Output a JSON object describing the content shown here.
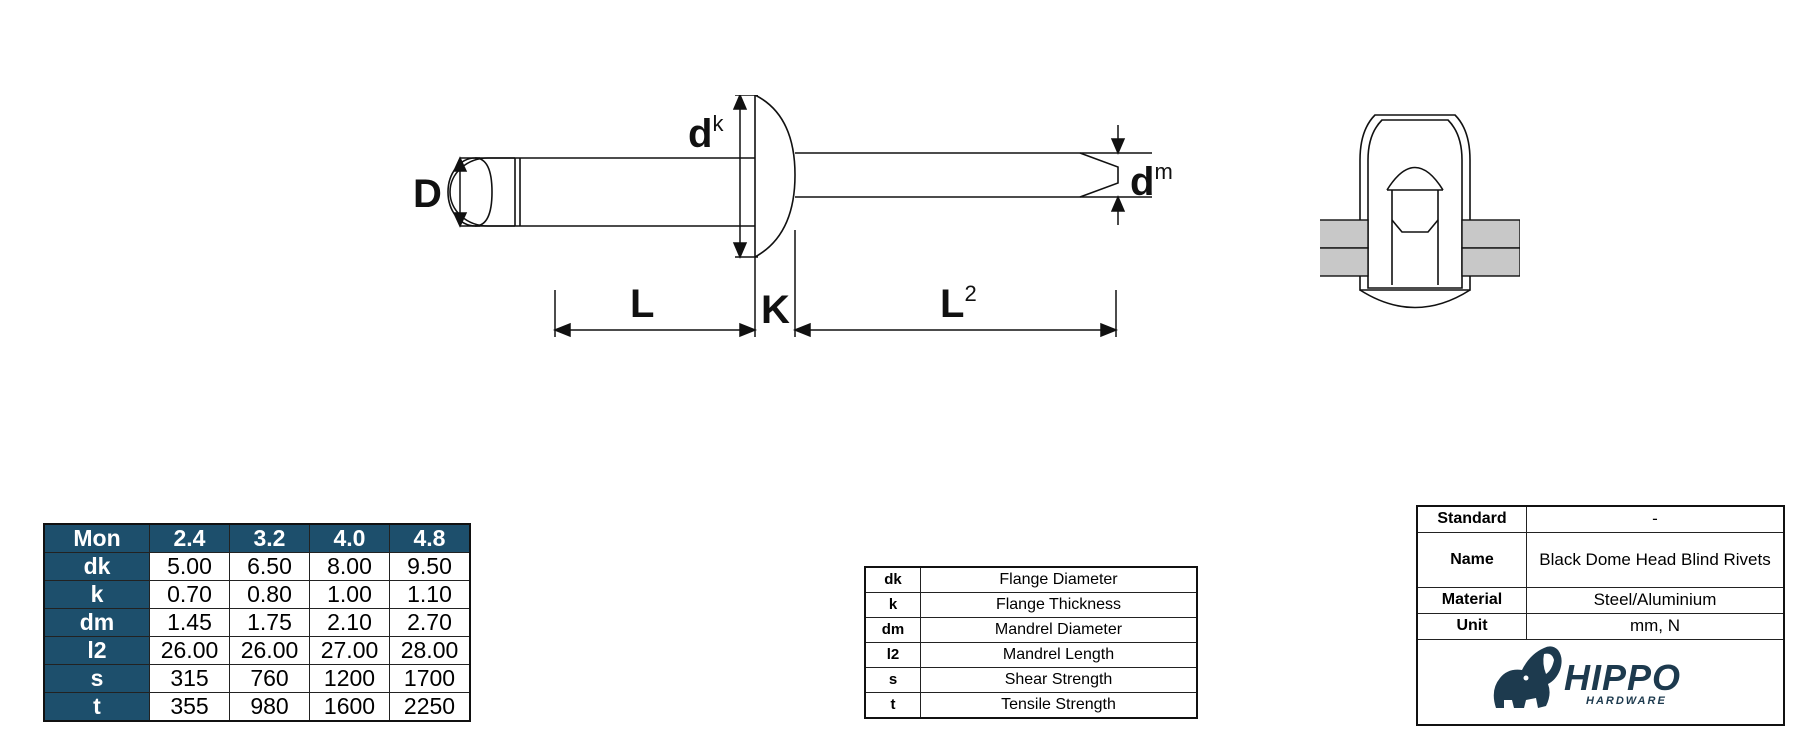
{
  "diagram": {
    "label_D": "D",
    "label_dk": "d",
    "label_dk_sup": "k",
    "label_dm": "d",
    "label_dm_sup": "m",
    "label_L": "L",
    "label_K": "K",
    "label_L2": "L",
    "label_L2_sup": "2"
  },
  "dimensions_table": {
    "header": [
      "Mon",
      "2.4",
      "3.2",
      "4.0",
      "4.8"
    ],
    "rows": [
      {
        "key": "dk",
        "values": [
          "5.00",
          "6.50",
          "8.00",
          "9.50"
        ]
      },
      {
        "key": "k",
        "values": [
          "0.70",
          "0.80",
          "1.00",
          "1.10"
        ]
      },
      {
        "key": "dm",
        "values": [
          "1.45",
          "1.75",
          "2.10",
          "2.70"
        ]
      },
      {
        "key": "l2",
        "values": [
          "26.00",
          "26.00",
          "27.00",
          "28.00"
        ]
      },
      {
        "key": "s",
        "values": [
          "315",
          "760",
          "1200",
          "1700"
        ]
      },
      {
        "key": "t",
        "values": [
          "355",
          "980",
          "1600",
          "2250"
        ]
      }
    ]
  },
  "legend_table": [
    {
      "symbol": "dk",
      "description": "Flange Diameter"
    },
    {
      "symbol": "k",
      "description": "Flange Thickness"
    },
    {
      "symbol": "dm",
      "description": "Mandrel Diameter"
    },
    {
      "symbol": "l2",
      "description": "Mandrel Length"
    },
    {
      "symbol": "s",
      "description": "Shear Strength"
    },
    {
      "symbol": "t",
      "description": "Tensile Strength"
    }
  ],
  "spec_table": {
    "standard_label": "Standard",
    "standard_value": "-",
    "name_label": "Name",
    "name_value": "Black Dome Head Blind Rivets",
    "material_label": "Material",
    "material_value": "Steel/Aluminium",
    "unit_label": "Unit",
    "unit_value": "mm, N"
  },
  "logo": {
    "brand": "HIPPO",
    "tagline": "HARDWARE",
    "icon": "hippo-icon",
    "color": "#1d3a4e"
  },
  "colors": {
    "table_header": "#1d4f6c",
    "line": "#111111",
    "section_fill": "#c8c8c8"
  }
}
